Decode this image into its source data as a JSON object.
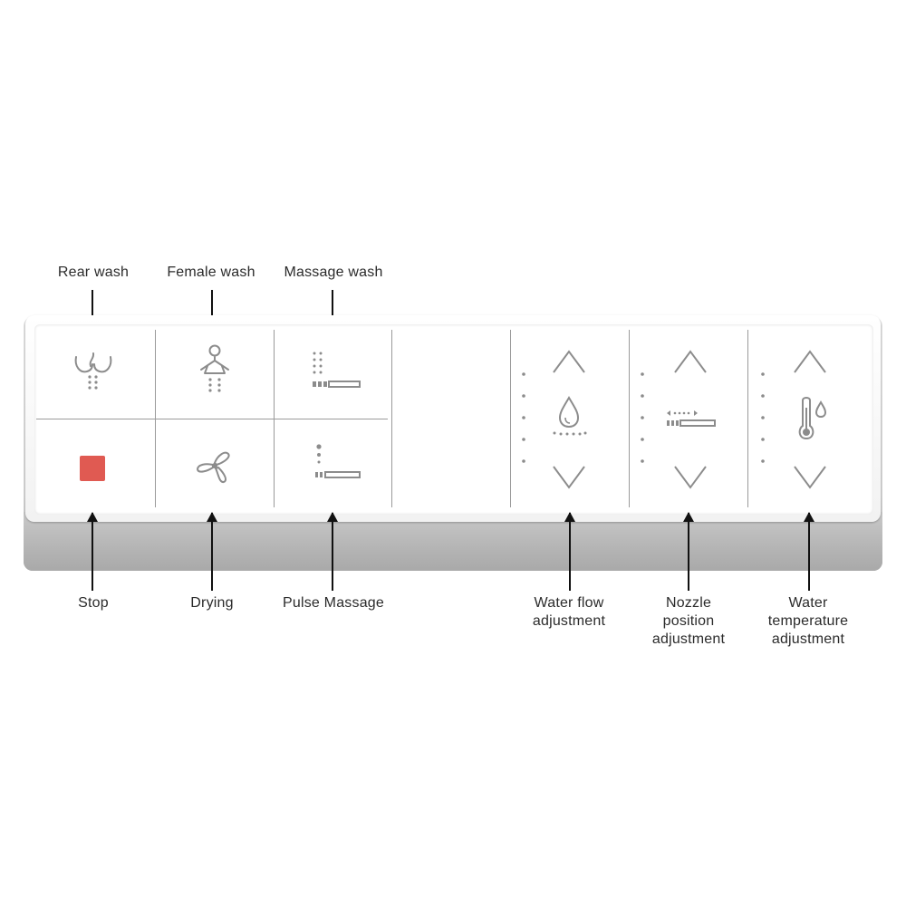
{
  "labels": {
    "rear_wash": "Rear wash",
    "female_wash": "Female wash",
    "massage_wash": "Massage wash",
    "stop": "Stop",
    "drying": "Drying",
    "pulse_massage": "Pulse Massage",
    "water_flow": "Water flow\nadjustment",
    "nozzle_position": "Nozzle\nposition\nadjustment",
    "water_temperature": "Water\ntemperature\nadjustment"
  },
  "colors": {
    "stop_button": "#e05a52",
    "icon_gray": "#8c8c8c",
    "divider": "#9a9a9a"
  },
  "icons": [
    "rear-wash-icon",
    "female-wash-icon",
    "massage-wash-icon",
    "stop-icon",
    "fan-icon",
    "pulse-massage-icon",
    "water-drop-icon",
    "nozzle-icon",
    "thermometer-icon",
    "chevron-up-icon",
    "chevron-down-icon"
  ]
}
